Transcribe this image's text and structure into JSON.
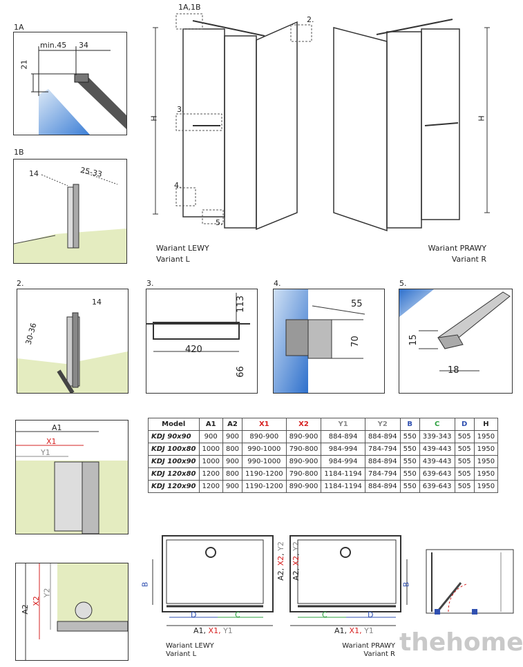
{
  "labels": {
    "d1a": "1A",
    "d1b": "1B",
    "d2": "2.",
    "d3": "3.",
    "d4": "4.",
    "d5": "5.",
    "top_1a1b": "1A,1B",
    "top_2": "2.",
    "top_3": "3.",
    "top_4": "4.",
    "top_5": "5.",
    "H": "H"
  },
  "dims": {
    "min45": "min.45",
    "d34": "34",
    "d21": "21",
    "d14": "14",
    "d25_33": "25-33",
    "d30_36": "30-36",
    "d14b": "14",
    "d113": "113",
    "d420": "420",
    "d66": "66",
    "d55": "55",
    "d70": "70",
    "d15": "15",
    "d18": "18",
    "A1": "A1",
    "X1": "X1",
    "Y1": "Y1",
    "A2": "A2",
    "X2": "X2",
    "Y2": "Y2",
    "B": "B",
    "C": "C",
    "D": "D",
    "A1X1Y1_a1": "A1,",
    "A1X1Y1_x1": "X1,",
    "A1X1Y1_y1": "Y1"
  },
  "captions": {
    "left_pl": "Wariant LEWY",
    "left_en": "Variant L",
    "right_pl": "Wariant PRAWY",
    "right_en": "Variant R",
    "plan_left_pl": "Wariant LEWY",
    "plan_left_en": "Variant L",
    "plan_right_pl": "Wariant PRAWY",
    "plan_right_en": "Variant R"
  },
  "table": {
    "headers": [
      "Model",
      "A1",
      "A2",
      "X1",
      "X2",
      "Y1",
      "Y2",
      "B",
      "C",
      "D",
      "H"
    ],
    "rows": [
      [
        "KDJ 90x90",
        "900",
        "900",
        "890-900",
        "890-900",
        "884-894",
        "884-894",
        "550",
        "339-343",
        "505",
        "1950"
      ],
      [
        "KDJ 100x80",
        "1000",
        "800",
        "990-1000",
        "790-800",
        "984-994",
        "784-794",
        "550",
        "439-443",
        "505",
        "1950"
      ],
      [
        "KDJ 100x90",
        "1000",
        "900",
        "990-1000",
        "890-900",
        "984-994",
        "884-894",
        "550",
        "439-443",
        "505",
        "1950"
      ],
      [
        "KDJ 120x80",
        "1200",
        "800",
        "1190-1200",
        "790-800",
        "1184-1194",
        "784-794",
        "550",
        "639-643",
        "505",
        "1950"
      ],
      [
        "KDJ 120x90",
        "1200",
        "900",
        "1190-1200",
        "890-900",
        "1184-1194",
        "884-894",
        "550",
        "639-643",
        "505",
        "1950"
      ]
    ]
  },
  "watermark": "thehome",
  "colors": {
    "x": "#d62020",
    "y": "#888888",
    "c": "#2ea040",
    "d": "#3050b0",
    "b": "#3050b0",
    "glass": "#6aa0e0",
    "wall": "#e4ecc0"
  }
}
